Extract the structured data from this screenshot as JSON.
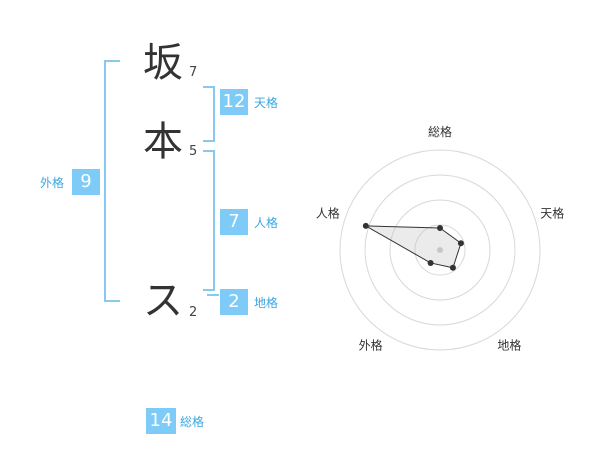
{
  "name": {
    "chars": [
      {
        "char": "坂",
        "strokes": "7"
      },
      {
        "char": "本",
        "strokes": "5"
      },
      {
        "char": "ス",
        "strokes": "2"
      }
    ]
  },
  "fortune": {
    "tenkaku": {
      "value": "12",
      "label": "天格"
    },
    "jinkaku": {
      "value": "7",
      "label": "人格"
    },
    "chikaku": {
      "value": "2",
      "label": "地格"
    },
    "gaikaku": {
      "value": "9",
      "label": "外格"
    },
    "soukaku": {
      "value": "14",
      "label": "総格"
    }
  },
  "colors": {
    "accent": "#7dcbf6",
    "label": "#3ba7e0",
    "bracket": "#88c9f1"
  },
  "chart_data": {
    "type": "radar",
    "axes": [
      "総格",
      "天格",
      "地格",
      "外格",
      "人格"
    ],
    "values": [
      14,
      12,
      2,
      9,
      7
    ],
    "series": [
      {
        "values": [
          0.22,
          0.22,
          0.22,
          0.16,
          0.78
        ]
      }
    ],
    "rings": 4,
    "range": [
      0,
      1
    ]
  }
}
